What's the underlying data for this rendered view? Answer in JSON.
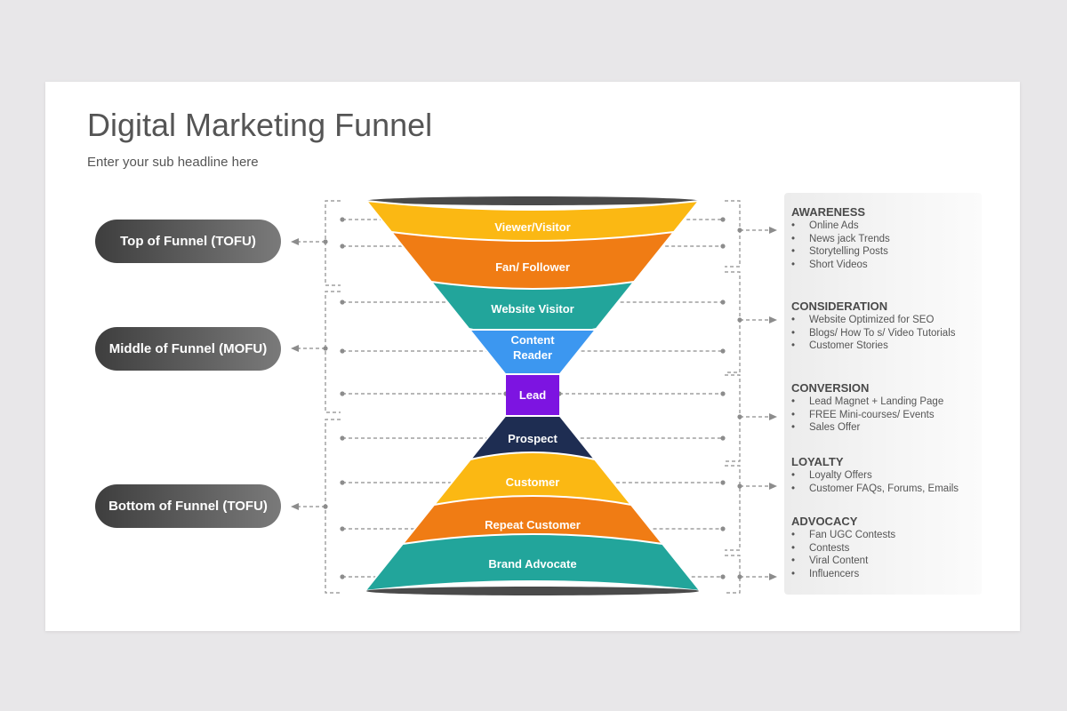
{
  "title": "Digital Marketing Funnel",
  "subtitle": "Enter your sub headline here",
  "stages": [
    {
      "label": "Top of Funnel (TOFU)"
    },
    {
      "label": "Middle of Funnel (MOFU)"
    },
    {
      "label": "Bottom of Funnel (TOFU)"
    }
  ],
  "levels": [
    {
      "label": "Viewer/Visitor",
      "color": "#fbb813"
    },
    {
      "label": "Fan/ Follower",
      "color": "#f07c14"
    },
    {
      "label": "Website Visitor",
      "color": "#22a59b"
    },
    {
      "label": "Content Reader",
      "color": "#3c97f0"
    },
    {
      "label": "Lead",
      "color": "#7d14e1"
    },
    {
      "label": "Prospect",
      "color": "#1e2d52"
    },
    {
      "label": "Customer",
      "color": "#fbb813"
    },
    {
      "label": "Repeat Customer",
      "color": "#f07c14"
    },
    {
      "label": "Brand Advocate",
      "color": "#22a59b"
    }
  ],
  "categories": [
    {
      "title": "AWARENESS",
      "items": [
        "Online Ads",
        "News jack Trends",
        "Storytelling Posts",
        "Short Videos"
      ]
    },
    {
      "title": "CONSIDERATION",
      "items": [
        "Website Optimized for SEO",
        "Blogs/ How To s/ Video Tutorials",
        "Customer Stories"
      ]
    },
    {
      "title": "CONVERSION",
      "items": [
        "Lead Magnet + Landing Page",
        "FREE Mini-courses/ Events",
        "Sales Offer"
      ]
    },
    {
      "title": "LOYALTY",
      "items": [
        "Loyalty Offers",
        "Customer FAQs, Forums, Emails"
      ]
    },
    {
      "title": "ADVOCACY",
      "items": [
        "Fan UGC Contests",
        "Contests",
        "Viral Content",
        "Influencers"
      ]
    }
  ],
  "colors": {
    "connector": "#8c8c8c",
    "pill_dark": "#3e3e3e",
    "pill_light": "#7a7a7a"
  }
}
